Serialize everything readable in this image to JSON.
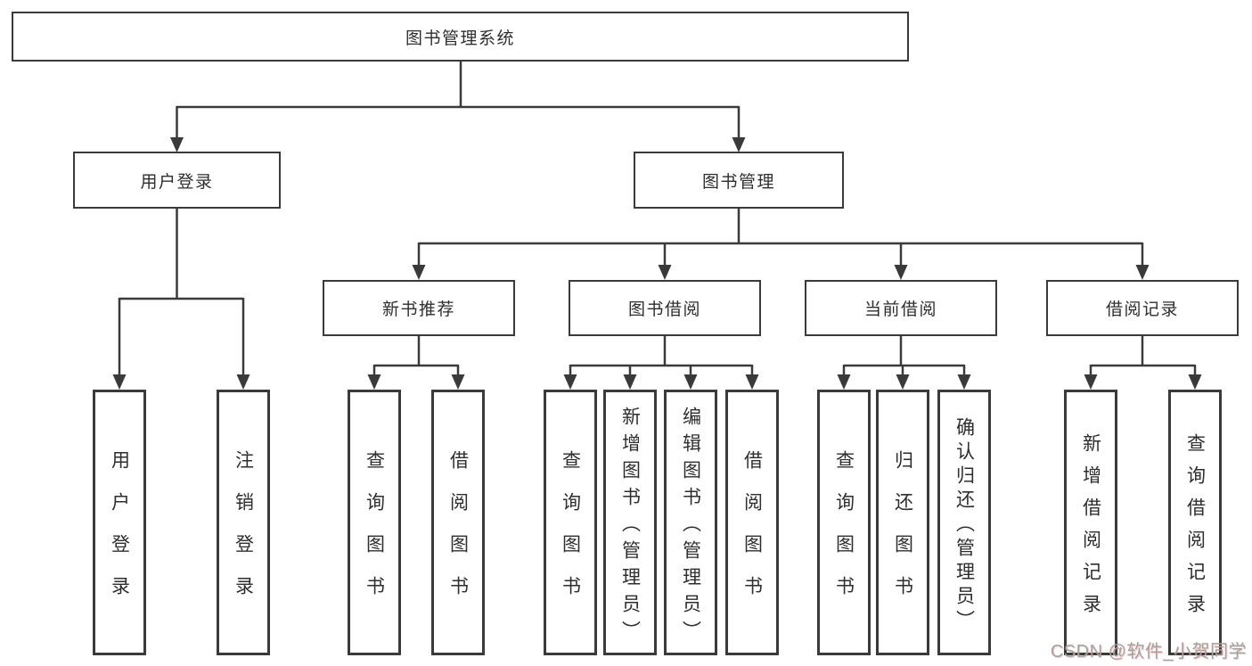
{
  "diagram": {
    "root": {
      "label": "图书管理系统"
    },
    "level2": [
      {
        "label": "用户登录"
      },
      {
        "label": "图书管理"
      }
    ],
    "level3": [
      {
        "label": "新书推荐"
      },
      {
        "label": "图书借阅"
      },
      {
        "label": "当前借阅"
      },
      {
        "label": "借阅记录"
      }
    ],
    "leaves": {
      "user_login": [
        "用户登录",
        "注销登录"
      ],
      "new_book": [
        "查询图书",
        "借阅图书"
      ],
      "book_borrow": [
        "查询图书",
        "新增图书（管理员）",
        "编辑图书（管理员）",
        "借阅图书"
      ],
      "current_borrow": [
        "查询图书",
        "归还图书",
        "确认归还（管理员）"
      ],
      "borrow_record": [
        "新增借阅记录",
        "查询借阅记录"
      ]
    }
  },
  "watermark": {
    "text": "CSDN @软件_小贺同学"
  },
  "colors": {
    "line": "#3a3a3a",
    "node_border": "#3a3a3a",
    "node_text": "#2e2e2e",
    "background": "#ffffff",
    "watermark_text": "#a3a3a0"
  }
}
